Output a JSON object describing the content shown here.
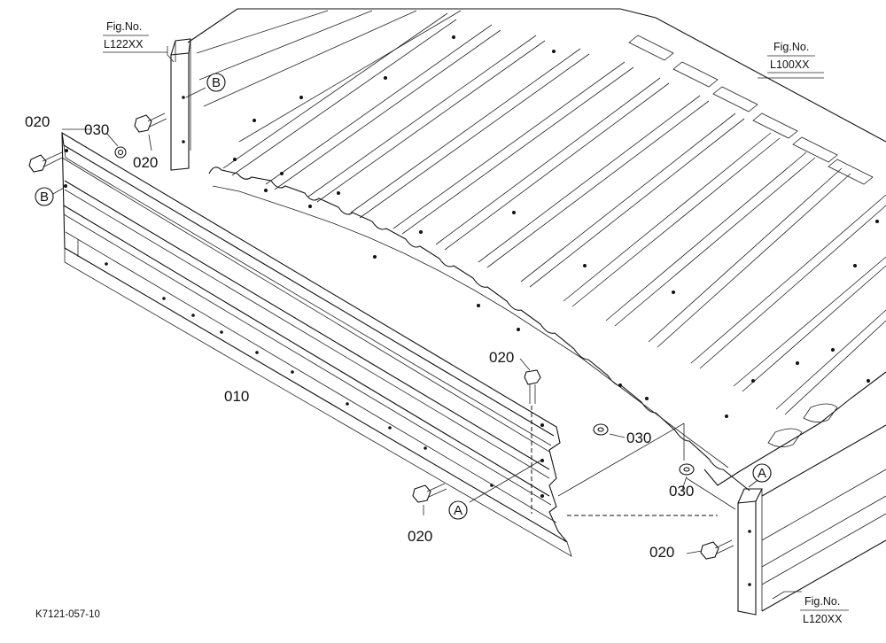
{
  "figure_refs": [
    {
      "id": "fig-l122",
      "line1": "Fig.No.",
      "line2": "L122XX"
    },
    {
      "id": "fig-l100",
      "line1": "Fig.No.",
      "line2": "L100XX"
    },
    {
      "id": "fig-l120",
      "line1": "Fig.No.",
      "line2": "L120XX"
    }
  ],
  "part_labels": [
    {
      "id": "p020a",
      "text": "020"
    },
    {
      "id": "p030a",
      "text": "030"
    },
    {
      "id": "p020b",
      "text": "020"
    },
    {
      "id": "p010",
      "text": "010"
    },
    {
      "id": "p020c",
      "text": "020"
    },
    {
      "id": "p030b",
      "text": "030"
    },
    {
      "id": "p030c",
      "text": "030"
    },
    {
      "id": "p020d",
      "text": "020"
    },
    {
      "id": "p020e",
      "text": "020"
    }
  ],
  "callouts": [
    {
      "id": "cB1",
      "text": "B"
    },
    {
      "id": "cB2",
      "text": "B"
    },
    {
      "id": "cA1",
      "text": "A"
    },
    {
      "id": "cA2",
      "text": "A"
    }
  ],
  "drawing_ref": "K7121-057-10"
}
